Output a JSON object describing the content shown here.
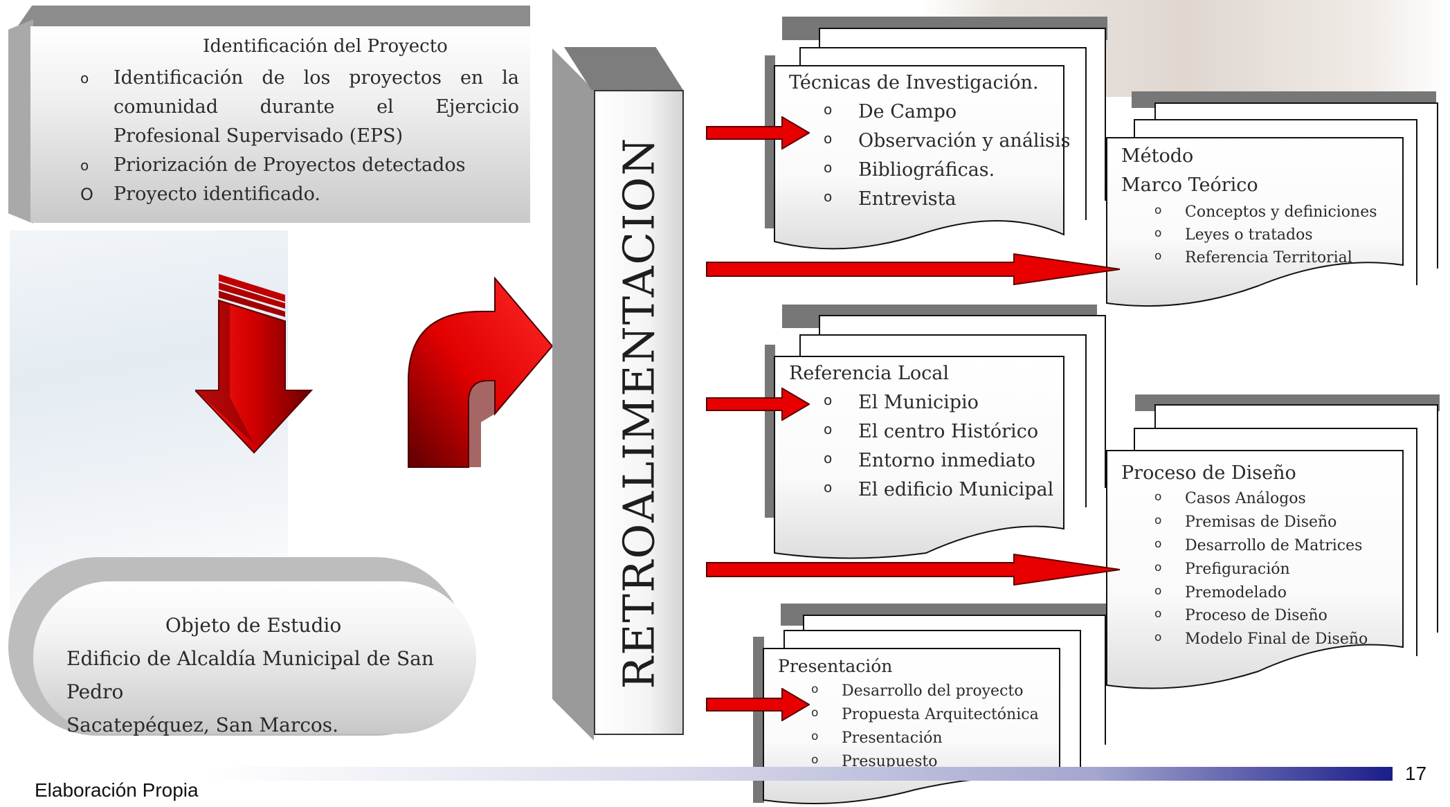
{
  "identificacion": {
    "title": "Identificación del Proyecto",
    "items": [
      "Identificación de los proyectos en la comunidad durante el  Ejercicio Profesional Supervisado (EPS)",
      "Priorización de Proyectos  detectados",
      "Proyecto identificado."
    ]
  },
  "objeto": {
    "line1": "Objeto de Estudio",
    "line2": "Edificio de  Alcaldía Municipal de San Pedro",
    "line3": "Sacatepéquez, San Marcos."
  },
  "retro": {
    "label": "RETROALIMENTACION"
  },
  "tecnicas": {
    "title": "Técnicas de Investigación.",
    "items": [
      "De Campo",
      "Observación y análisis",
      "Bibliográficas.",
      "Entrevista"
    ]
  },
  "metodo": {
    "title1": "Método",
    "title2": "Marco Teórico",
    "items": [
      "Conceptos y definiciones",
      "Leyes o tratados",
      "Referencia Territorial"
    ]
  },
  "referencia": {
    "title": "Referencia Local",
    "items": [
      "El Municipio",
      "El centro Histórico",
      "Entorno inmediato",
      "El edificio Municipal"
    ]
  },
  "proceso": {
    "title": "Proceso de Diseño",
    "items": [
      "Casos Análogos",
      "Premisas de Diseño",
      "Desarrollo de Matrices",
      "Prefiguración",
      "Premodelado",
      "Proceso de Diseño",
      "Modelo Final de Diseño"
    ]
  },
  "presentacion": {
    "title": "Presentación",
    "items": [
      "Desarrollo del proyecto",
      "Propuesta Arquitectónica",
      "Presentación",
      "Presupuesto"
    ]
  },
  "footer": {
    "source": "Elaboración Propia",
    "page": "17"
  },
  "colors": {
    "arrow_red": "#e80000",
    "dark_red": "#7a0000",
    "footer_blue": "#1b1d8a"
  }
}
